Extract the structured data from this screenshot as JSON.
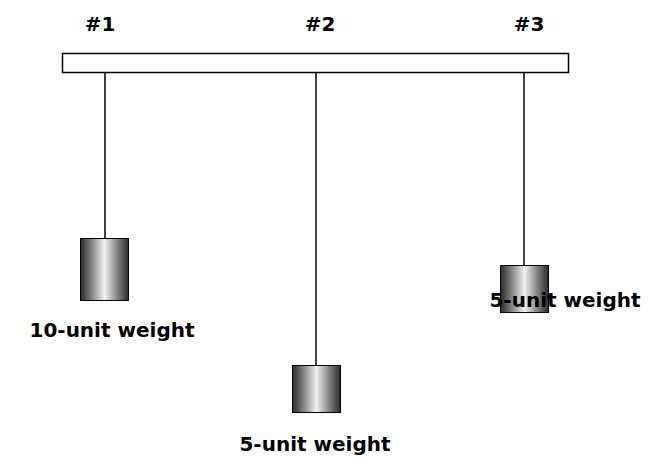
{
  "diagram": {
    "labels": [
      "#1",
      "#2",
      "#3",
      "10-unit weight",
      "5-unit weight",
      "5-unit weight"
    ]
  }
}
